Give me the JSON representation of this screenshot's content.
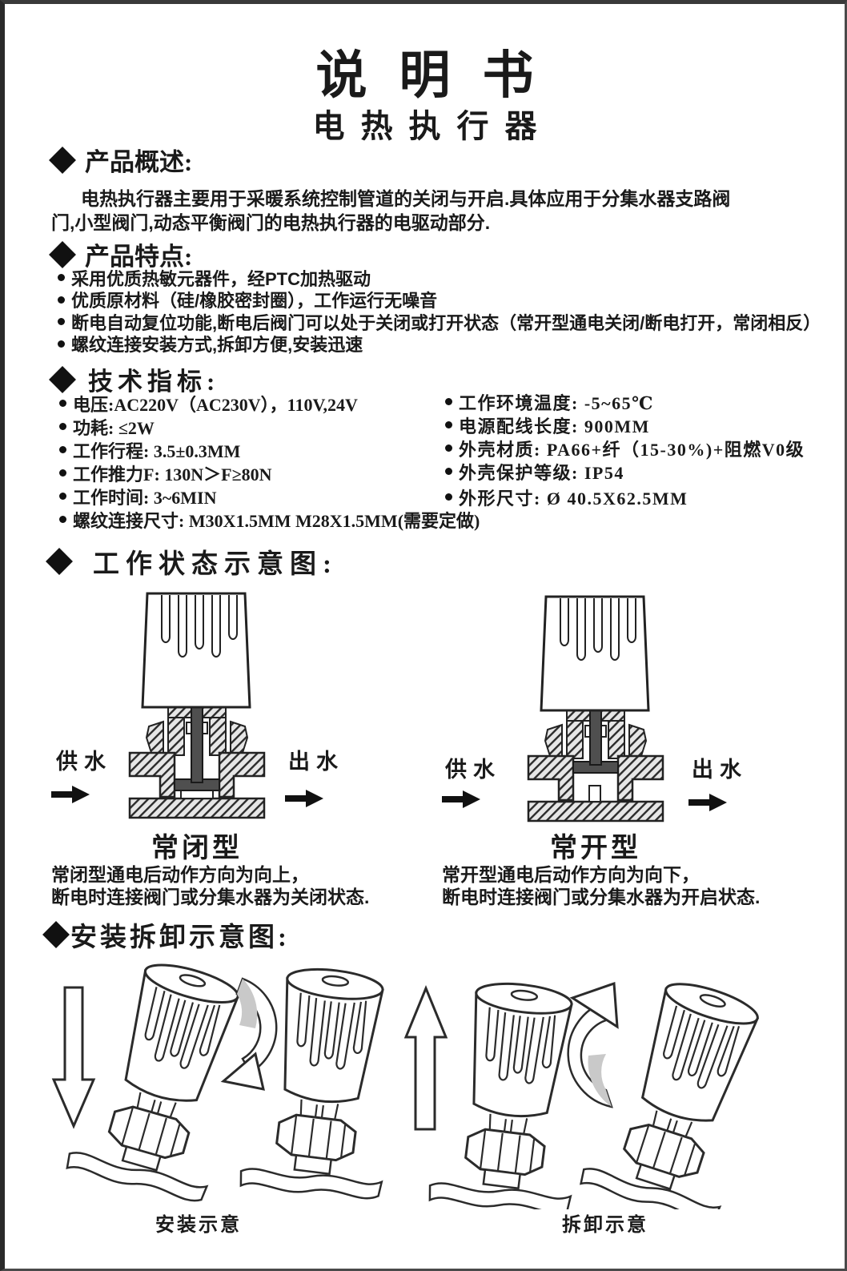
{
  "doc": {
    "title": "说明书",
    "subtitle": "电热执行器"
  },
  "overview": {
    "heading": "产品概述:",
    "line1": "电热执行器主要用于采暖系统控制管道的关闭与开启.具体应用于分集水器支路阀",
    "line2": "门,小型阀门,动态平衡阀门的电热执行器的电驱动部分."
  },
  "features": {
    "heading": "产品特点:",
    "items": [
      "采用优质热敏元器件，经PTC加热驱动",
      "优质原材料（硅/橡胶密封圈），工作运行无噪音",
      "断电自动复位功能,断电后阀门可以处于关闭或打开状态（常开型通电关闭/断电打开，常闭相反）",
      "螺纹连接安装方式,拆卸方便,安装迅速"
    ]
  },
  "specs": {
    "heading": "技术指标:",
    "left": [
      "电压:AC220V（AC230V），110V,24V",
      "功耗: ≤2W",
      "工作行程: 3.5±0.3MM",
      "工作推力F: 130N＞F≥80N",
      "工作时间: 3~6MIN",
      "螺纹连接尺寸: M30X1.5MM M28X1.5MM(需要定做)"
    ],
    "right": [
      "工作环境温度: -5~65℃",
      "电源配线长度: 900MM",
      "外壳材质: PA66+纤（15-30%)+阻燃V0级",
      "外壳保护等级: IP54",
      "外形尺寸: Ø 40.5X62.5MM"
    ]
  },
  "working_diagram": {
    "heading": "工作状态示意图:",
    "closed": {
      "inlet": "供水",
      "outlet": "出水",
      "caption": "常闭型",
      "desc1": "常闭型通电后动作方向为向上，",
      "desc2": "断电时连接阀门或分集水器为关闭状态."
    },
    "open": {
      "inlet": "供水",
      "outlet": "出水",
      "caption": "常开型",
      "desc1": "常开型通电后动作方向为向下，",
      "desc2": "断电时连接阀门或分集水器为开启状态."
    }
  },
  "install_diagram": {
    "heading": "安装拆卸示意图:",
    "install_caption": "安装示意",
    "remove_caption": "拆卸示意"
  }
}
